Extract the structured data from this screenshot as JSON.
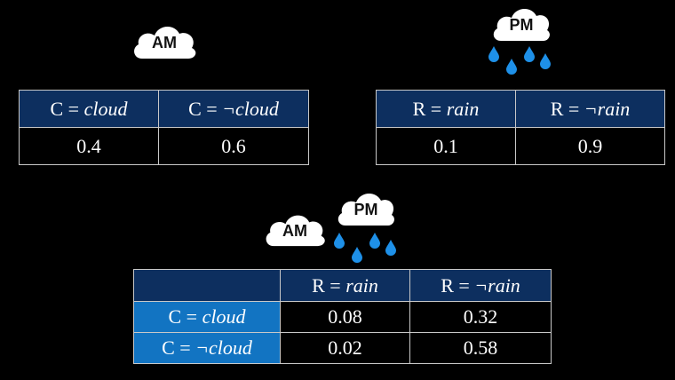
{
  "clouds": {
    "am_top": "AM",
    "pm_top": "PM",
    "am_bottom": "AM",
    "pm_bottom": "PM"
  },
  "cloud_table": {
    "headers": [
      {
        "prefix": "C = ",
        "value": "cloud"
      },
      {
        "prefix": "C = ",
        "value": "¬cloud"
      }
    ],
    "values": [
      "0.4",
      "0.6"
    ]
  },
  "rain_table": {
    "headers": [
      {
        "prefix": "R = ",
        "value": "rain"
      },
      {
        "prefix": "R = ",
        "value": "¬rain"
      }
    ],
    "values": [
      "0.1",
      "0.9"
    ]
  },
  "joint_table": {
    "col_headers": [
      {
        "prefix": "R = ",
        "value": "rain"
      },
      {
        "prefix": "R = ",
        "value": "¬rain"
      }
    ],
    "rows": [
      {
        "prefix": "C = ",
        "value": "cloud",
        "cells": [
          "0.08",
          "0.32"
        ]
      },
      {
        "prefix": "C = ",
        "value": "¬cloud",
        "cells": [
          "0.02",
          "0.58"
        ]
      }
    ]
  },
  "colors": {
    "header_navy": "#0d2f5f",
    "row_header_blue": "#1274c2",
    "rain_drop": "#1e90e8"
  }
}
